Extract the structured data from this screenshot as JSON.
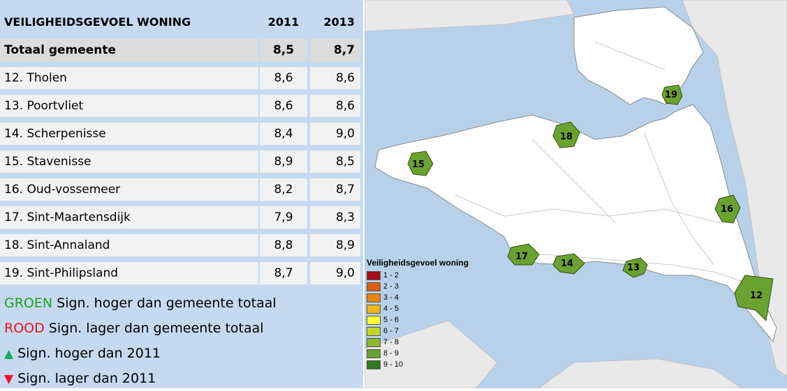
{
  "table": {
    "header": {
      "title": "VEILIGHEIDSGEVOEL WONING",
      "col_2011": "2011",
      "col_2013": "2013"
    },
    "total": {
      "name": "Totaal gemeente",
      "v2011": "8,5",
      "v2013": "8,7"
    },
    "rows": [
      {
        "name": "12. Tholen",
        "v2011": "8,6",
        "v2013": "8,6"
      },
      {
        "name": "13. Poortvliet",
        "v2011": "8,6",
        "v2013": "8,6"
      },
      {
        "name": "14. Scherpenisse",
        "v2011": "8,4",
        "v2013": "9,0"
      },
      {
        "name": "15. Stavenisse",
        "v2011": "8,9",
        "v2013": "8,5"
      },
      {
        "name": "16. Oud-vossemeer",
        "v2011": "8,2",
        "v2013": "8,7"
      },
      {
        "name": "17. Sint-Maartensdijk",
        "v2011": "7,9",
        "v2013": "8,3"
      },
      {
        "name": "18. Sint-Annaland",
        "v2011": "8,8",
        "v2013": "8,9"
      },
      {
        "name": "19. Sint-Philipsland",
        "v2011": "8,7",
        "v2013": "9,0"
      }
    ]
  },
  "notes": {
    "green_word": "GROEN",
    "green_text": " Sign. hoger dan gemeente totaal",
    "red_word": "ROOD",
    "red_text": " Sign. lager dan gemeente totaal",
    "up_symbol": "▲",
    "up_text": "Sign. hoger dan 2011",
    "down_symbol": "▼",
    "down_text": "Sign. lager dan 2011"
  },
  "map": {
    "zones": [
      {
        "label": "12",
        "color": "#6aa22f"
      },
      {
        "label": "13",
        "color": "#6aa22f"
      },
      {
        "label": "14",
        "color": "#6aa22f"
      },
      {
        "label": "15",
        "color": "#6aa22f"
      },
      {
        "label": "16",
        "color": "#6aa22f"
      },
      {
        "label": "17",
        "color": "#6aa22f"
      },
      {
        "label": "18",
        "color": "#6aa22f"
      },
      {
        "label": "19",
        "color": "#6aa22f"
      }
    ],
    "legend": {
      "title": "Veiligheidsgevoel woning",
      "items": [
        {
          "label": "1 - 2",
          "color": "#a50f15"
        },
        {
          "label": "2 - 3",
          "color": "#d95f0e"
        },
        {
          "label": "3 - 4",
          "color": "#e8850c"
        },
        {
          "label": "4 - 5",
          "color": "#f0b41c"
        },
        {
          "label": "5 - 6",
          "color": "#ffff33"
        },
        {
          "label": "6 - 7",
          "color": "#c2d62a"
        },
        {
          "label": "7 - 8",
          "color": "#8cb82c"
        },
        {
          "label": "8 - 9",
          "color": "#6aa22f"
        },
        {
          "label": "9 - 10",
          "color": "#2f7a1f"
        }
      ]
    },
    "colors": {
      "water": "#b7d1ea",
      "land": "#ffffff",
      "outside": "#e9e9e9"
    }
  }
}
